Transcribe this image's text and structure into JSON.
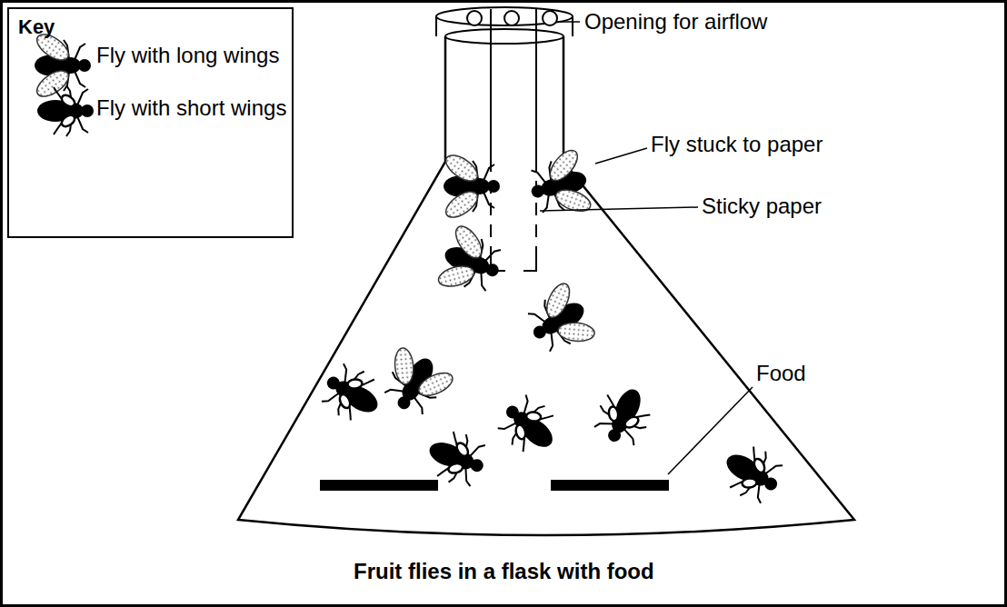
{
  "diagram": {
    "caption": "Fruit flies in a flask with food",
    "nodes": [
      {
        "text": [
          "Key"
        ]
      }
    ],
    "labels": [
      "Opening for airflow",
      "Fly stuck to paper",
      "Sticky paper",
      "Food"
    ],
    "legend": [
      {
        "text": "Fly with long wings"
      },
      {
        "text": "Fly with short wings"
      }
    ]
  }
}
